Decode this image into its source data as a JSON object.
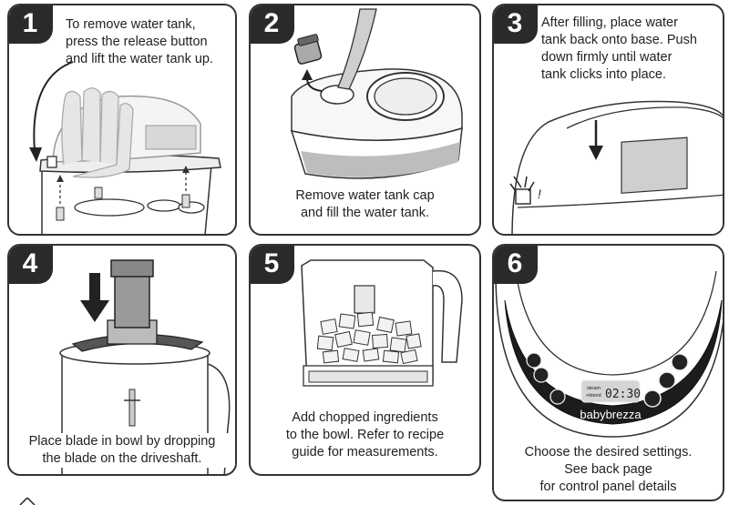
{
  "steps": [
    {
      "number": "1",
      "caption_lines": [
        "To remove water tank,",
        "press the release button",
        "and lift the water tank up."
      ]
    },
    {
      "number": "2",
      "caption_lines": [
        "Remove water tank cap",
        "and fill the water tank."
      ]
    },
    {
      "number": "3",
      "caption_lines": [
        "After filling, place water",
        "tank back onto base. Push",
        "down firmly until water",
        "tank clicks into place."
      ]
    },
    {
      "number": "4",
      "caption_lines": [
        "Place blade in bowl by dropping",
        "the blade on the driveshaft."
      ]
    },
    {
      "number": "5",
      "caption_lines": [
        "Add chopped ingredients",
        "to the bowl. Refer to recipe",
        "guide for measurements."
      ]
    },
    {
      "number": "6",
      "caption_lines": [
        "Choose the desired settings.",
        "See back page",
        "for control panel details"
      ]
    }
  ],
  "panel6": {
    "lcd_label_top": "steam",
    "lcd_label_bottom": "+blend",
    "lcd_time": "02:30",
    "brand": "babybrezza"
  },
  "panel3": {
    "click_mark": "!"
  },
  "colors": {
    "ink": "#2a2a2a",
    "water": "#b5b5b5",
    "panel_dark": "#1c1c1c"
  }
}
